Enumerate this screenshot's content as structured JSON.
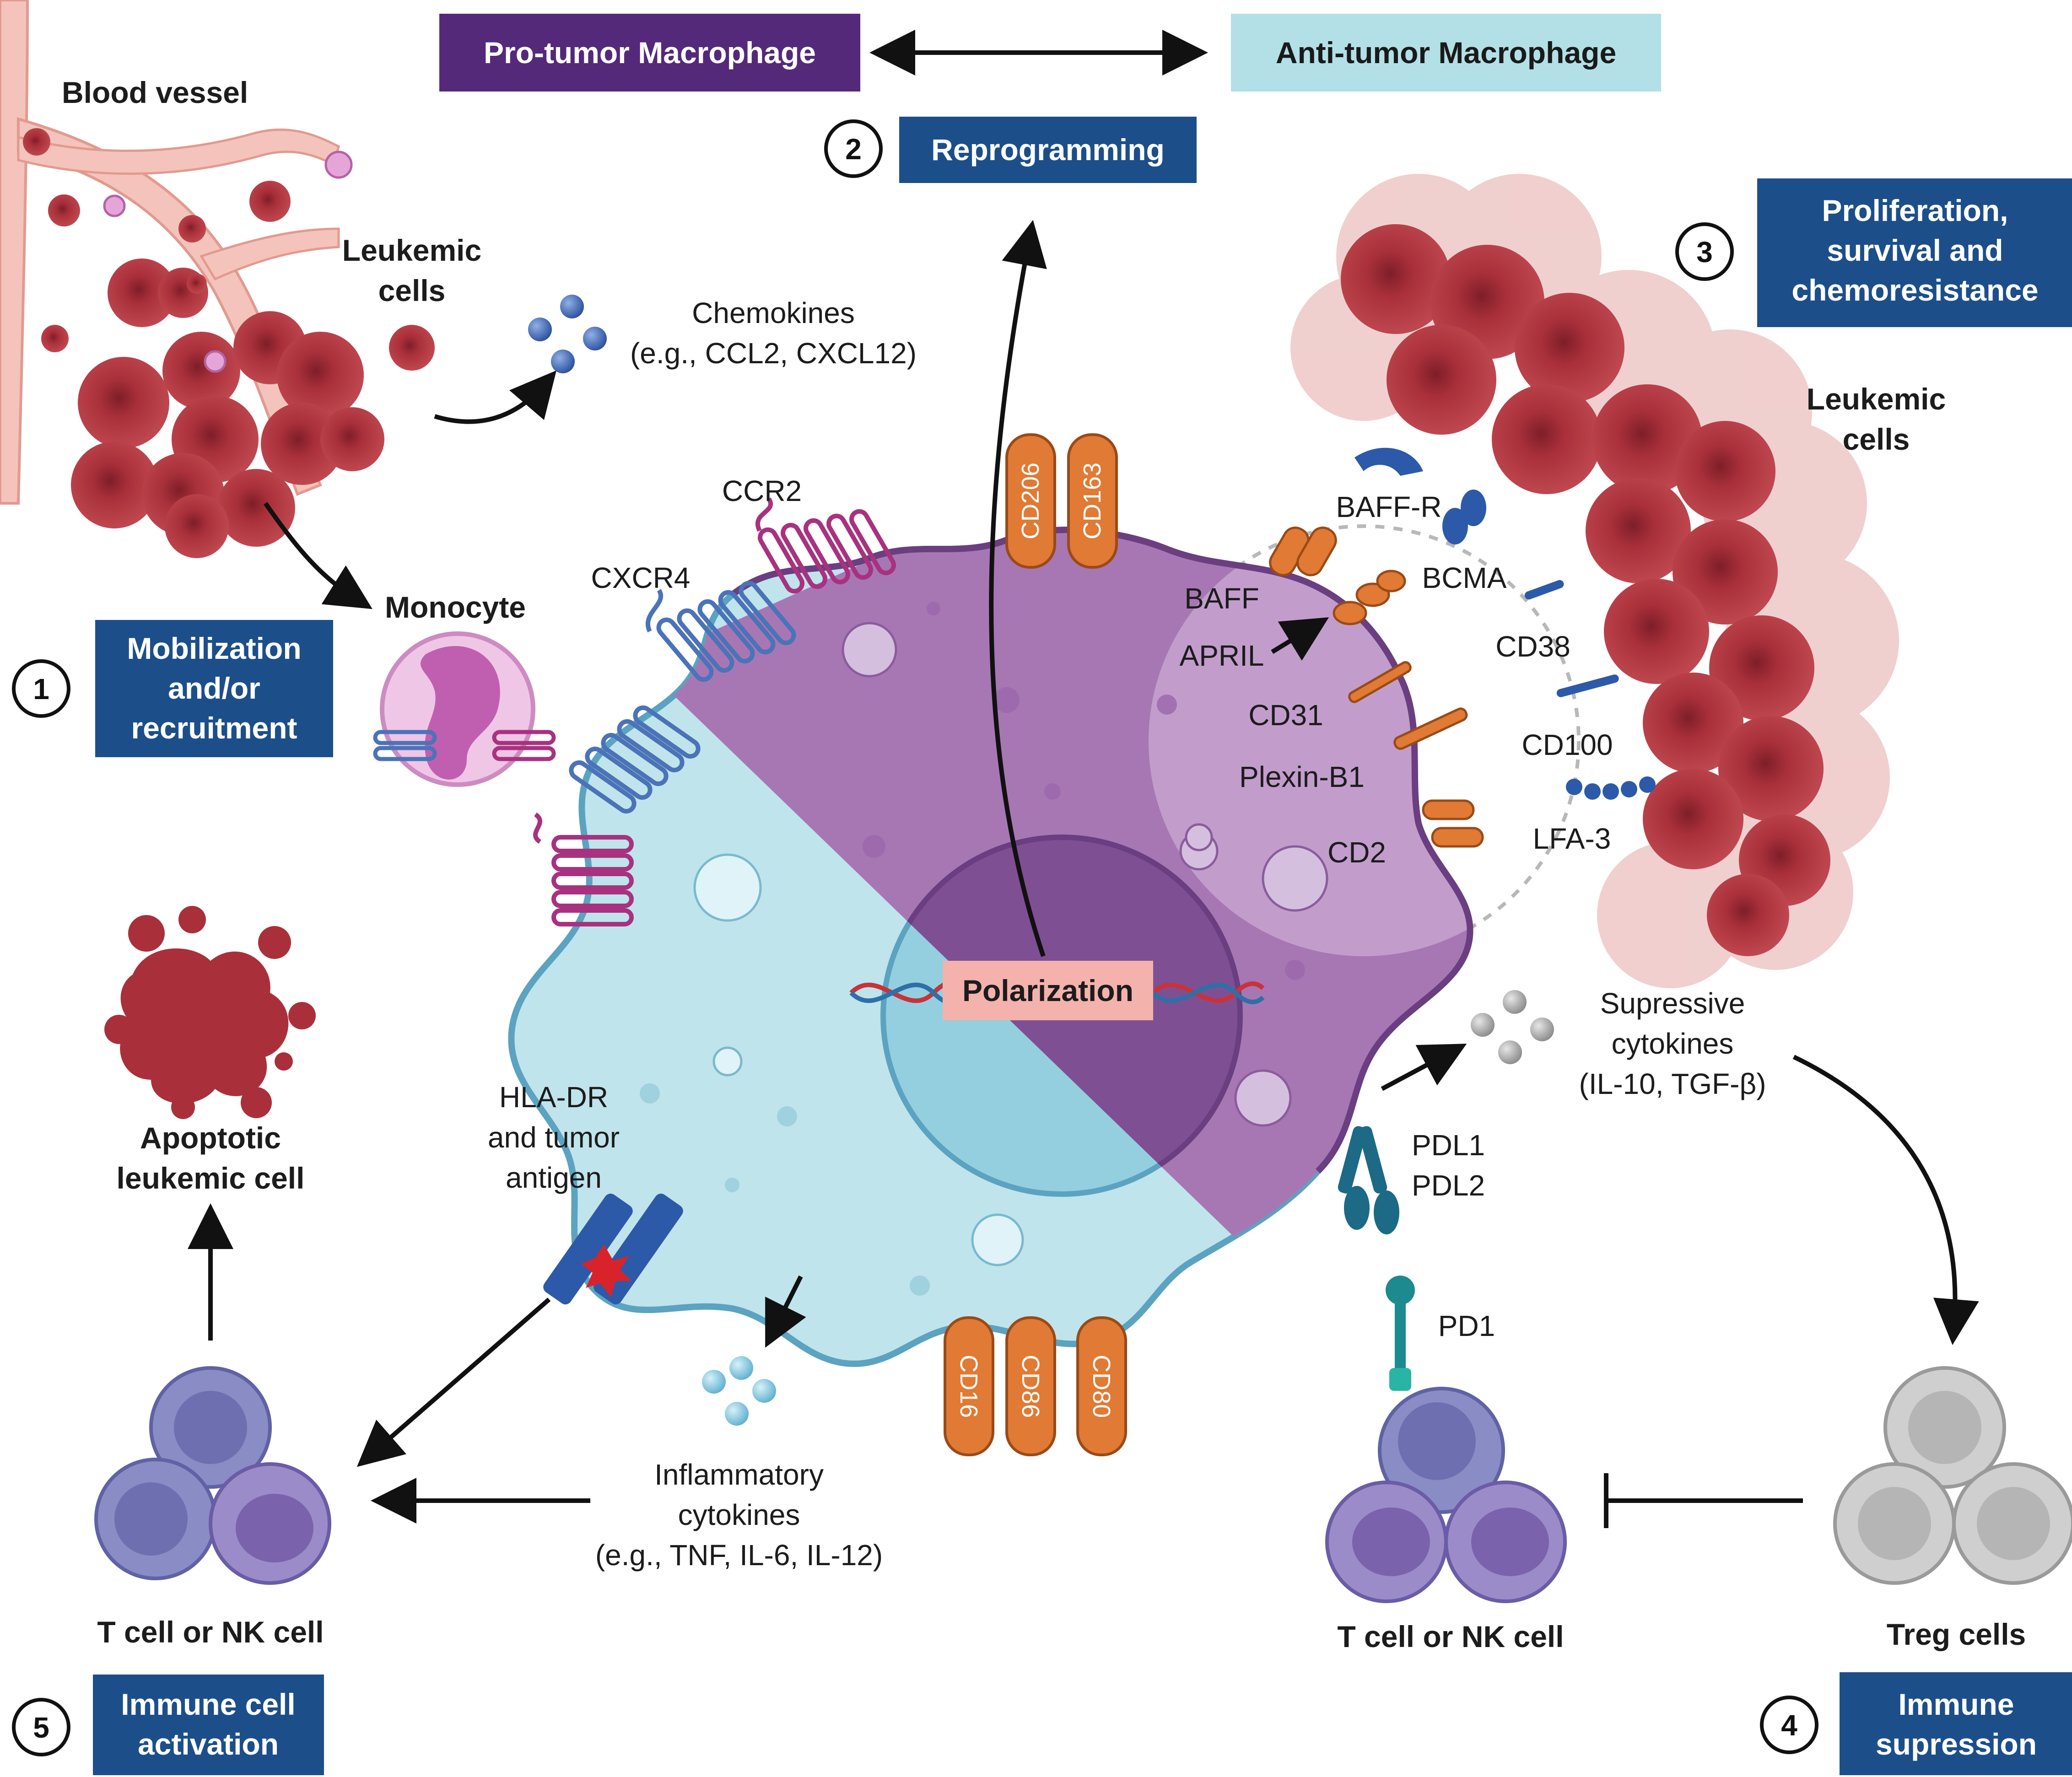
{
  "header": {
    "pro_tumor": "Pro-tumor Macrophage",
    "anti_tumor": "Anti-tumor Macrophage",
    "reprogramming": "Reprogramming",
    "step2": "2"
  },
  "labels": {
    "blood_vessel": "Blood vessel",
    "leukemic_cells_top_1": "Leukemic",
    "leukemic_cells_top_2": "cells",
    "leukemic_cells_right_1": "Leukemic",
    "leukemic_cells_right_2": "cells",
    "chemokines_1": "Chemokines",
    "chemokines_2": "(e.g., CCL2, CXCL12)",
    "monocyte": "Monocyte",
    "polarization": "Polarization",
    "apoptotic_1": "Apoptotic",
    "apoptotic_2": "leukemic cell",
    "hla_1": "HLA-DR",
    "hla_2": "and tumor",
    "hla_3": "antigen",
    "inflam_1": "Inflammatory",
    "inflam_2": "cytokines",
    "inflam_3": "(e.g., TNF, IL-6, IL-12)",
    "supp_1": "Supressive",
    "supp_2": "cytokines",
    "supp_3": "(IL-10, TGF-β)",
    "tcell_left": "T cell or NK cell",
    "tcell_right": "T cell or NK cell",
    "treg": "Treg cells",
    "pd1": "PD1",
    "pdl1": "PDL1",
    "pdl2": "PDL2"
  },
  "receptors": {
    "ccr2": "CCR2",
    "cxcr4": "CXCR4",
    "cd206": "CD206",
    "cd163": "CD163",
    "cd16": "CD16",
    "cd86": "CD86",
    "cd80": "CD80",
    "baff": "BAFF",
    "april": "APRIL",
    "cd31": "CD31",
    "plexin": "Plexin-B1",
    "cd2": "CD2",
    "baffr": "BAFF-R",
    "bcma": "BCMA",
    "cd38": "CD38",
    "cd100": "CD100",
    "lfa3": "LFA-3"
  },
  "steps": [
    {
      "number": "1",
      "lines": [
        "Mobilization",
        "and/or",
        "recruitment"
      ]
    },
    {
      "number": "3",
      "lines": [
        "Proliferation,",
        "survival and",
        "chemoresistance"
      ]
    },
    {
      "number": "4",
      "lines": [
        "Immune",
        "supression"
      ]
    },
    {
      "number": "5",
      "lines": [
        "Immune cell",
        "activation"
      ]
    }
  ],
  "colors": {
    "pro_tumor_box": "#54297a",
    "anti_tumor_box": "#b2e0e6",
    "step_box": "#1c4f8a",
    "macrophage_purple": "#a777b4",
    "macrophage_blue": "#bfe4ec",
    "leukemic_red": "#b0333d",
    "receptor_orange": "#e07a34",
    "polarization_box": "#f3b2ac"
  }
}
